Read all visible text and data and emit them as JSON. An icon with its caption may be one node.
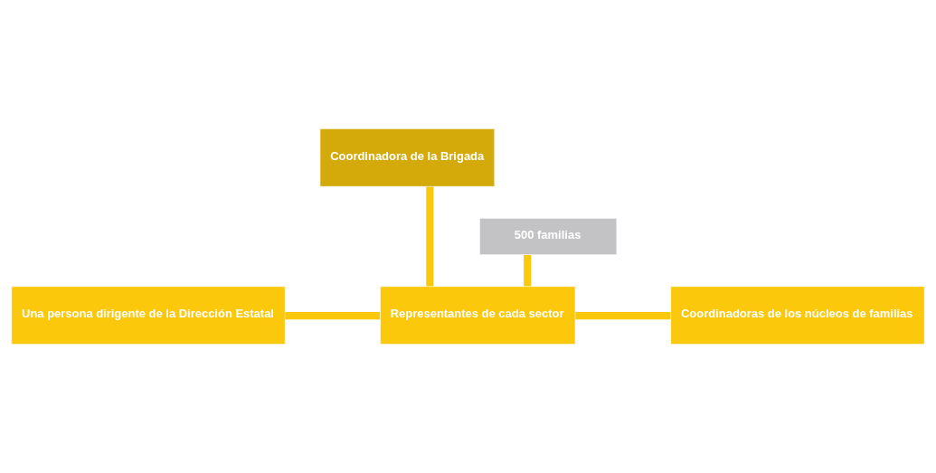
{
  "diagram": {
    "nodes": [
      {
        "text": [
          "Coordinadora de la Brigada"
        ]
      },
      {
        "text": [
          "500 familias"
        ]
      },
      {
        "text": [
          "Una persona dirigente de la Dirección Estatal"
        ]
      },
      {
        "text": [
          "Representantes de cada sector"
        ]
      },
      {
        "text": [
          "Coordinadoras de los núcleos de familias"
        ]
      }
    ],
    "edges": [
      {
        "from": 0,
        "to": 3,
        "arrow": "none"
      },
      {
        "from": 1,
        "to": 3,
        "arrow": "none"
      },
      {
        "from": 2,
        "to": 3,
        "arrow": "none"
      },
      {
        "from": 3,
        "to": 4,
        "arrow": "none"
      }
    ]
  }
}
